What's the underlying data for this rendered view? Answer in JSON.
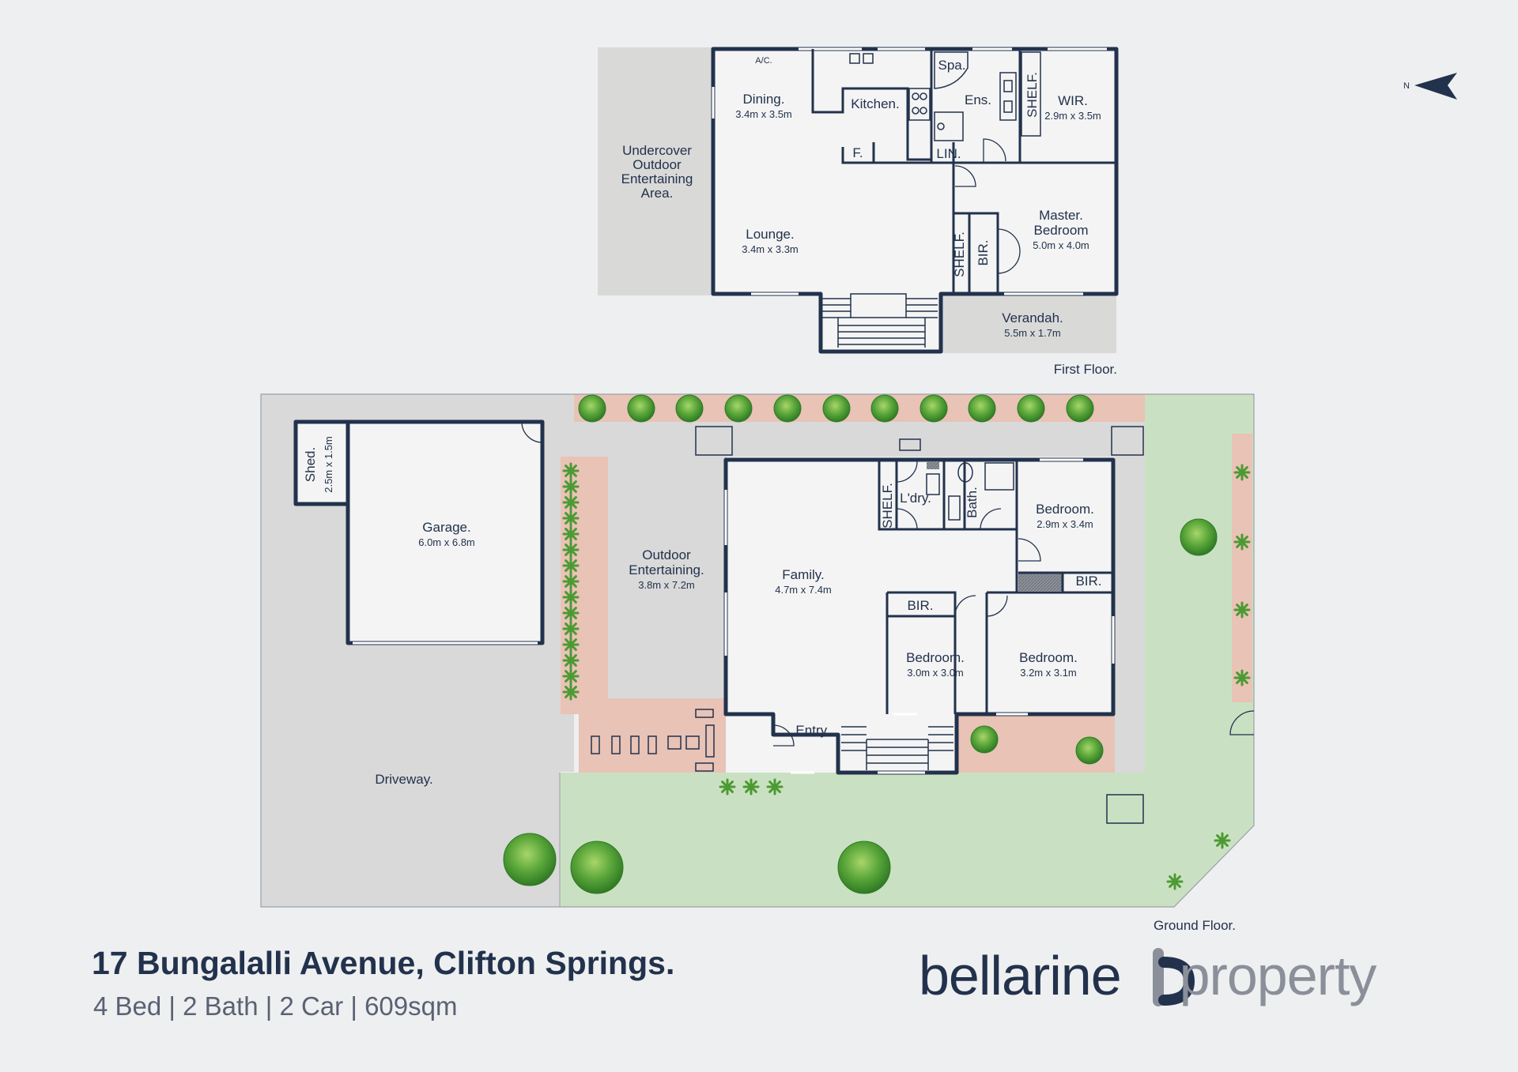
{
  "header": {
    "address": "17 Bungalalli Avenue, Clifton Springs.",
    "summary": "4 Bed | 2 Bath | 2 Car |  609sqm"
  },
  "brand": {
    "part1": "bellarine",
    "part2": "property",
    "icon": "bp-monogram-logo"
  },
  "compass": {
    "label": "N",
    "icon": "north-arrow-icon"
  },
  "first_floor": {
    "title": "First Floor.",
    "rooms": {
      "dining": {
        "name": "Dining.",
        "dim": "3.4m x 3.5m"
      },
      "kitchen": {
        "name": "Kitchen."
      },
      "spa": {
        "name": "Spa."
      },
      "ens": {
        "name": "Ens."
      },
      "shelf": {
        "name": "SHELF."
      },
      "wir": {
        "name": "WIR.",
        "dim": "2.9m x 3.5m"
      },
      "ac": {
        "name": "A/C."
      },
      "fridge": {
        "name": "F."
      },
      "lin": {
        "name": "LIN."
      },
      "undercover": {
        "line1": "Undercover",
        "line2": "Outdoor",
        "line3": "Entertaining",
        "line4": "Area."
      },
      "lounge": {
        "name": "Lounge.",
        "dim": "3.4m x 3.3m"
      },
      "shelf2": {
        "name": "SHELF."
      },
      "bir": {
        "name": "BIR."
      },
      "master": {
        "line1": "Master.",
        "line2": "Bedroom",
        "dim": "5.0m x 4.0m"
      },
      "verandah": {
        "name": "Verandah.",
        "dim": "5.5m x 1.7m"
      }
    }
  },
  "ground_floor": {
    "title": "Ground Floor.",
    "rooms": {
      "shed": {
        "name": "Shed.",
        "dim": "2.5m x 1.5m"
      },
      "garage": {
        "name": "Garage.",
        "dim": "6.0m x 6.8m"
      },
      "outdoor": {
        "line1": "Outdoor",
        "line2": "Entertaining.",
        "dim": "3.8m x 7.2m"
      },
      "family": {
        "name": "Family.",
        "dim": "4.7m x 7.4m"
      },
      "shelf": {
        "name": "SHELF."
      },
      "ldry": {
        "name": "L'dry."
      },
      "bath": {
        "name": "Bath."
      },
      "bed1": {
        "name": "Bedroom.",
        "dim": "2.9m x 3.4m"
      },
      "bir1": {
        "name": "BIR."
      },
      "bir2": {
        "name": "BIR."
      },
      "bed2": {
        "name": "Bedroom.",
        "dim": "3.0m x 3.0m"
      },
      "bed3": {
        "name": "Bedroom.",
        "dim": "3.2m x 3.1m"
      },
      "entry": {
        "name": "Entry."
      },
      "driveway": {
        "name": "Driveway."
      }
    }
  },
  "colors": {
    "background": "#eeeff0",
    "wall": "#22324d",
    "floor": "#f4f4f4",
    "deck": "#d9d9d8",
    "paving": "#e8c3b6",
    "lawn": "#c9e1c2",
    "tree": "#5aa63a",
    "concrete": "#dcdcdc",
    "brand_grey": "#8a8f99"
  }
}
